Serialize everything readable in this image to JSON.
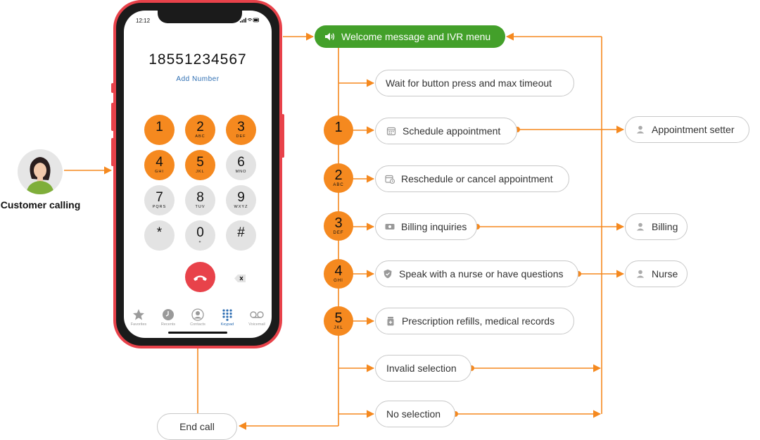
{
  "caller": {
    "label": "Customer calling"
  },
  "phone": {
    "time": "12:12",
    "number": "18551234567",
    "add_number": "Add Number",
    "keys": [
      {
        "digit": "1",
        "letters": ""
      },
      {
        "digit": "2",
        "letters": "ABC"
      },
      {
        "digit": "3",
        "letters": "DEF"
      },
      {
        "digit": "4",
        "letters": "GHI"
      },
      {
        "digit": "5",
        "letters": "JKL"
      },
      {
        "digit": "6",
        "letters": "MNO"
      },
      {
        "digit": "7",
        "letters": "PQRS"
      },
      {
        "digit": "8",
        "letters": "TUV"
      },
      {
        "digit": "9",
        "letters": "WXYZ"
      },
      {
        "digit": "*",
        "letters": ""
      },
      {
        "digit": "0",
        "letters": "+"
      },
      {
        "digit": "#",
        "letters": ""
      }
    ],
    "highlighted_keys": [
      "1",
      "2",
      "3",
      "4",
      "5"
    ],
    "tabs": [
      {
        "label": "Favorites",
        "icon": "star-icon"
      },
      {
        "label": "Recents",
        "icon": "clock-icon"
      },
      {
        "label": "Contacts",
        "icon": "contact-icon"
      },
      {
        "label": "Keypad",
        "icon": "keypad-icon",
        "active": true
      },
      {
        "label": "Voicemail",
        "icon": "voicemail-icon"
      }
    ]
  },
  "flow": {
    "welcome": "Welcome message and IVR menu",
    "wait": "Wait for button press and max timeout",
    "options": [
      {
        "digit": "1",
        "letters": "",
        "label": "Schedule appointment",
        "icon": "calendar-icon",
        "target": "Appointment setter"
      },
      {
        "digit": "2",
        "letters": "ABC",
        "label": "Reschedule or cancel appointment",
        "icon": "calendar-clock-icon"
      },
      {
        "digit": "3",
        "letters": "DEF",
        "label": "Billing inquiries",
        "icon": "cash-icon",
        "target": "Billing"
      },
      {
        "digit": "4",
        "letters": "GHI",
        "label": "Speak with a nurse or have questions",
        "icon": "shield-icon",
        "target": "Nurse"
      },
      {
        "digit": "5",
        "letters": "JKL",
        "label": "Prescription refills, medical records",
        "icon": "prescription-icon"
      }
    ],
    "invalid": "Invalid selection",
    "no_selection": "No selection",
    "end_call": "End call",
    "target_icon": "person-icon"
  },
  "colors": {
    "accent": "#f5891f",
    "phone_frame": "#e8424a",
    "welcome": "#43a02a",
    "link": "#2f6fb3"
  }
}
